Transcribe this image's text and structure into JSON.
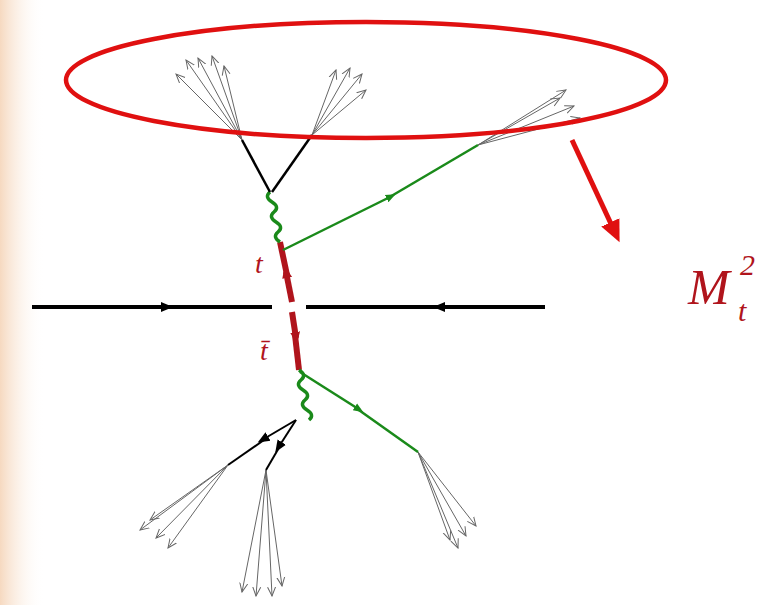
{
  "diagram": {
    "labels": [
      "t",
      "t̄",
      "M",
      "t",
      "2"
    ]
  }
}
